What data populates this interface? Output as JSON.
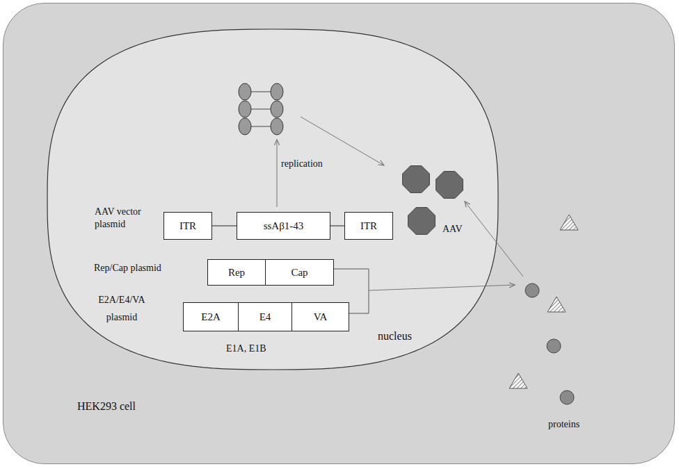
{
  "diagram": {
    "nodes": [
      {
        "text": [
          "HEK293 cell"
        ]
      },
      {
        "text": [
          "nucleus"
        ],
        "in": 0
      },
      {
        "text": [
          "ITR"
        ],
        "in": 1
      },
      {
        "text": [
          "ssAβ1-43"
        ],
        "in": 1
      },
      {
        "text": [
          "ITR"
        ],
        "in": 1
      },
      {
        "text": [
          "Rep"
        ],
        "in": 1
      },
      {
        "text": [
          "Cap"
        ],
        "in": 1
      },
      {
        "text": [
          "E2A"
        ],
        "in": 1
      },
      {
        "text": [
          "E4"
        ],
        "in": 1
      },
      {
        "text": [
          "VA"
        ],
        "in": 1
      }
    ],
    "edges": [
      {
        "from": 2,
        "to": 3,
        "arrow": "none"
      },
      {
        "from": 3,
        "to": 4,
        "arrow": "none"
      }
    ],
    "labels": [
      "AAV vector plasmid",
      "replication",
      "AAV",
      "Rep/Cap plasmid",
      "E2A/E4/VA plasmid",
      "E1A, E1B",
      "proteins"
    ]
  }
}
